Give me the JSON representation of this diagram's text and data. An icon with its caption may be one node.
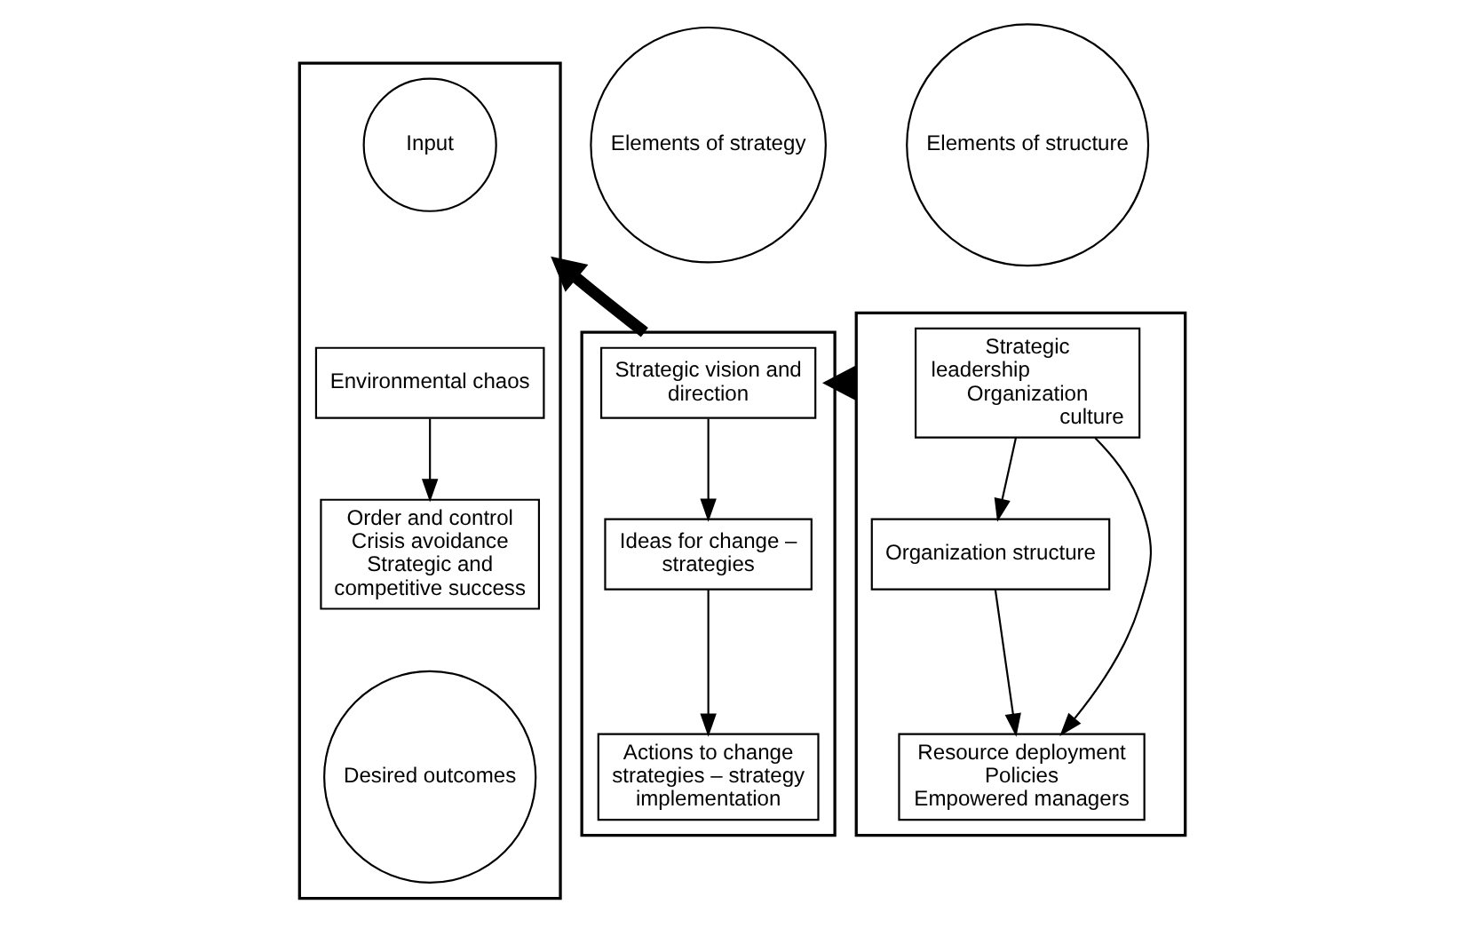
{
  "diagram": {
    "nodes": [
      {
        "text": [],
        "shape": "box"
      },
      {
        "text": [
          "Input"
        ],
        "in": 0
      },
      {
        "text": [
          "Environmental chaos"
        ],
        "in": 0
      },
      {
        "text": [
          "Order and control",
          "Crisis avoidance",
          "Strategic and competitive success"
        ],
        "in": 0
      },
      {
        "text": [
          "Desired outcomes"
        ],
        "in": 0
      },
      {
        "text": [
          "Elements of strategy"
        ]
      },
      {
        "text": [],
        "shape": "box"
      },
      {
        "text": [
          "Strategic vision and direction"
        ],
        "in": 6
      },
      {
        "text": [
          "Ideas for change – strategies"
        ],
        "in": 6
      },
      {
        "text": [
          "Actions to change strategies – strategy implementation"
        ],
        "in": 6
      },
      {
        "text": [
          "Elements of structure"
        ]
      },
      {
        "text": [],
        "shape": "box"
      },
      {
        "text": [
          "Strategic leadership",
          "Organization culture"
        ],
        "in": 11
      },
      {
        "text": [
          "Organization structure"
        ],
        "in": 11
      },
      {
        "text": [
          "Resource deployment",
          "Policies",
          "Empowered managers"
        ],
        "in": 11
      }
    ],
    "edges": [
      {
        "from": 2,
        "to": 3,
        "arrow": "to"
      },
      {
        "from": 7,
        "to": 8,
        "arrow": "to"
      },
      {
        "from": 8,
        "to": 9,
        "arrow": "to"
      },
      {
        "from": 12,
        "to": 13,
        "arrow": "to"
      },
      {
        "from": 13,
        "to": 14,
        "arrow": "to"
      },
      {
        "from": 12,
        "to": 14,
        "arrow": "to"
      },
      {
        "from": 11,
        "to": 6,
        "arrow": "to",
        "style": "thick"
      },
      {
        "from": 6,
        "to": 0,
        "arrow": "to",
        "style": "thick"
      }
    ]
  }
}
